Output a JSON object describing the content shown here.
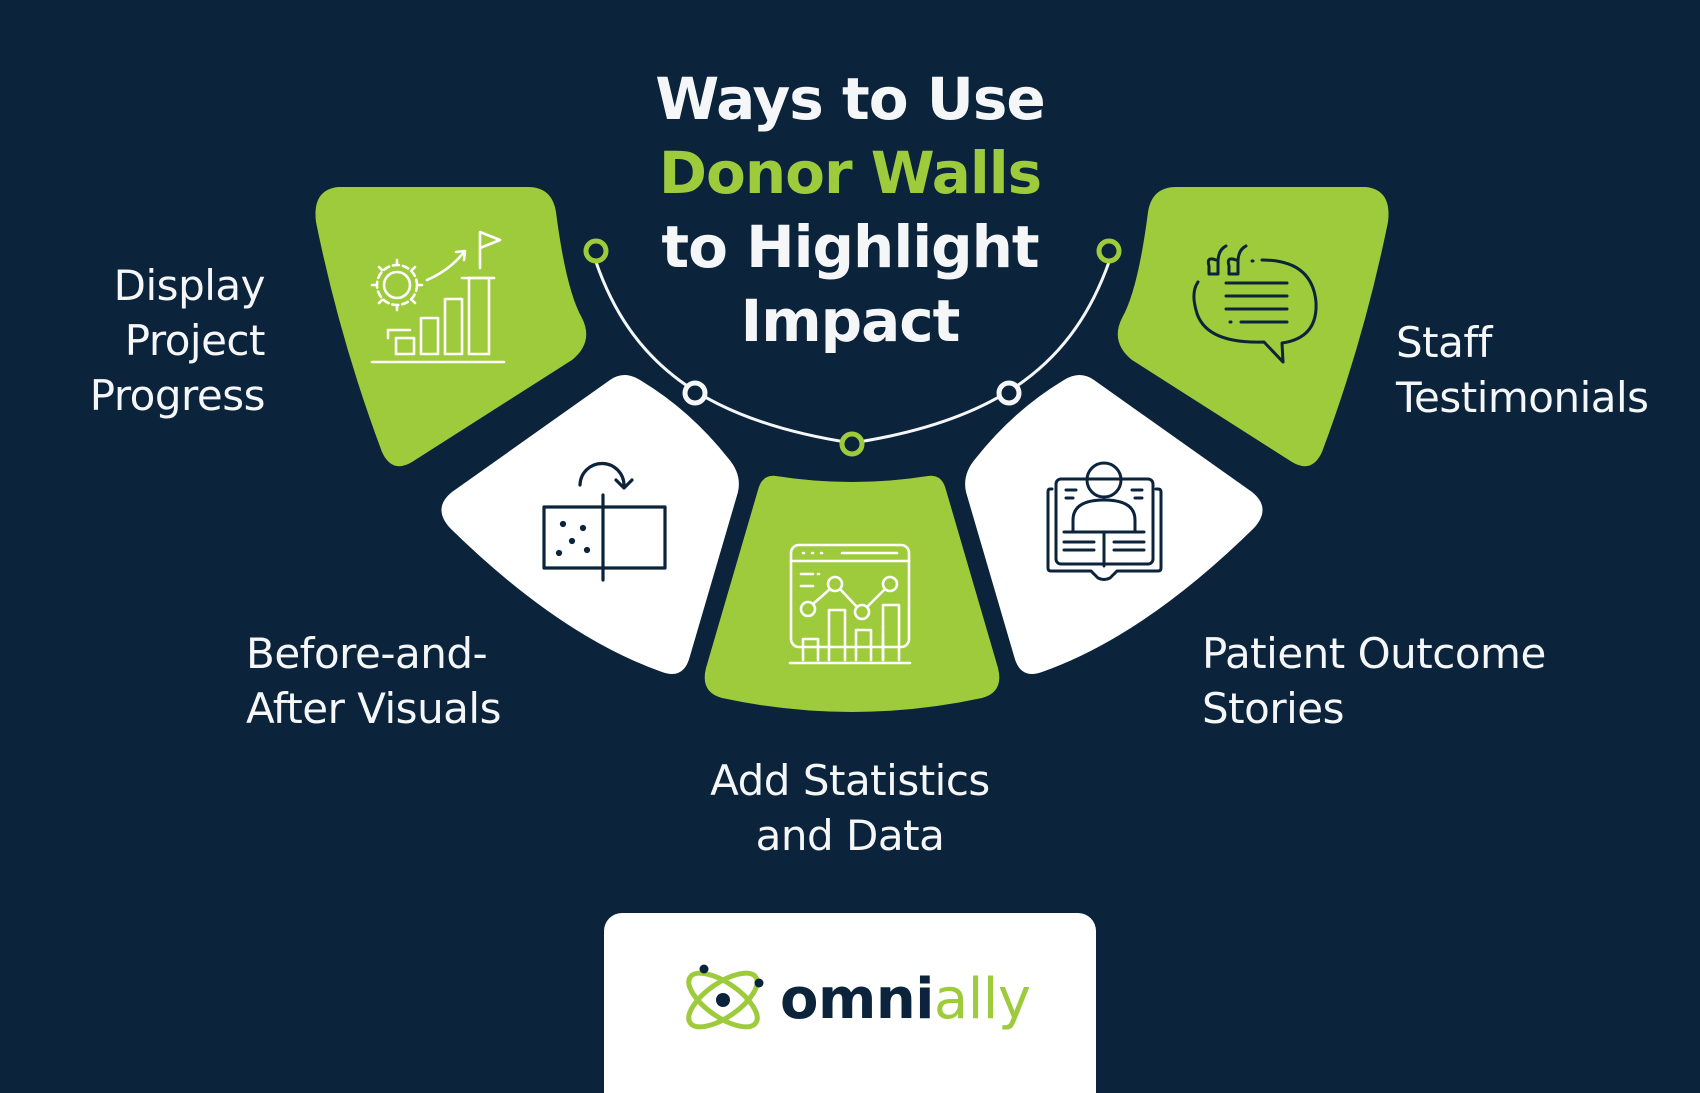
{
  "colors": {
    "background": "#0B243B",
    "accent_green": "#9DCB3B",
    "white": "#FFFFFF",
    "text_light": "#F5F6F7",
    "navy": "#0B243B"
  },
  "title": {
    "line1": "Ways to Use",
    "line2_accent": "Donor Walls",
    "line3": "to Highlight",
    "line4": "Impact"
  },
  "items": [
    {
      "id": "display-project-progress",
      "lines": [
        "Display",
        "Project",
        "Progress"
      ],
      "card_color": "#9DCB3B",
      "icon": "growth-chart-gear-flag-icon"
    },
    {
      "id": "before-and-after-visuals",
      "lines": [
        "Before-and-",
        "After Visuals"
      ],
      "card_color": "#FFFFFF",
      "icon": "before-after-slider-icon"
    },
    {
      "id": "add-statistics-and-data",
      "lines": [
        "Add Statistics",
        "and Data"
      ],
      "card_color": "#9DCB3B",
      "icon": "analytics-dashboard-icon"
    },
    {
      "id": "patient-outcome-stories",
      "lines": [
        "Patient Outcome",
        "Stories"
      ],
      "card_color": "#FFFFFF",
      "icon": "person-book-story-icon"
    },
    {
      "id": "staff-testimonials",
      "lines": [
        "Staff",
        "Testimonials"
      ],
      "card_color": "#9DCB3B",
      "icon": "quote-speech-bubble-icon"
    }
  ],
  "arc_nodes": [
    {
      "position": "top-left",
      "color": "#9DCB3B"
    },
    {
      "position": "mid-left",
      "color": "#FFFFFF"
    },
    {
      "position": "bottom",
      "color": "#9DCB3B"
    },
    {
      "position": "mid-right",
      "color": "#FFFFFF"
    },
    {
      "position": "top-right",
      "color": "#9DCB3B"
    }
  ],
  "logo": {
    "brand_dark": "omni",
    "brand_accent": "ally",
    "icon": "atom-orbit-logo-icon"
  }
}
